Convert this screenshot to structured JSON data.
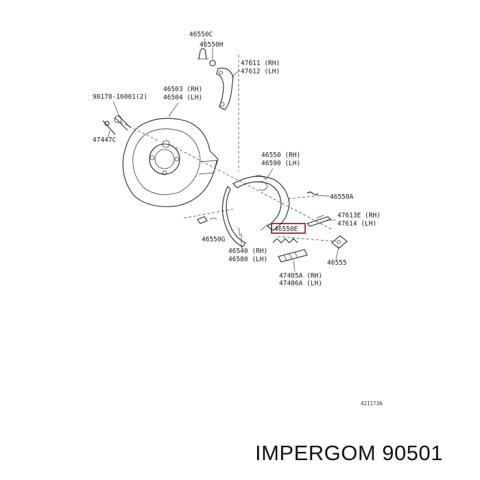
{
  "diagram": {
    "labels": {
      "p46550C": "46550C",
      "p46550H": "46550H",
      "p47611": "47611 (RH)",
      "p47612": "47612 (LH)",
      "p90178": "90178-16001(2)",
      "p46503": "46503 (RH)",
      "p46504": "46504 (LH)",
      "p47447C": "47447C",
      "p46550": "46550 (RH)",
      "p46590": "46590 (LH)",
      "p46550A": "46550A",
      "p47613E": "47613E (RH)",
      "p47614": "47614 (LH)",
      "p46550E": "46550E",
      "p46550G": "46550G",
      "p46540": "46540 (RH)",
      "p46580": "46580 (LH)",
      "p46555": "46555",
      "p47405A": "47405A (RH)",
      "p47406A": "47406A (LH)",
      "figure_code": "421173A"
    },
    "highlight_color": "#b0303a"
  },
  "watermark": {
    "brand": "IMPERGOM",
    "part_number": "90501"
  }
}
